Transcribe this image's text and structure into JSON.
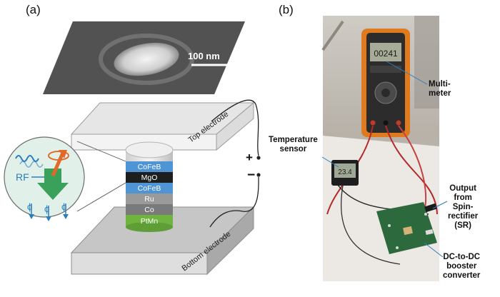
{
  "panel_a": {
    "label": "(a)",
    "sem": {
      "scale_bar": "100 nm"
    },
    "electrodes": {
      "top": "Top electrode",
      "bottom": "Bottom electrode"
    },
    "polarity": {
      "plus": "+",
      "minus": "−"
    },
    "layers": [
      "CoFeB",
      "MgO",
      "CoFeB",
      "Ru",
      "Co",
      "PtMn"
    ],
    "inset": {
      "rf": "RF",
      "phi": "ϕ"
    }
  },
  "panel_b": {
    "label": "(b)",
    "multimeter_display": "00241",
    "sensor_display": "23.4",
    "labels": {
      "multimeter": "Multi-\nmeter",
      "temperature": "Temperature\nsensor",
      "output": "Output\nfrom\nSpin-\nrectifier\n(SR)",
      "converter": "DC-to-DC\nbooster\nconverter"
    }
  },
  "colors": {
    "accent_blue": "#2a7fc1",
    "layer_cofeb": "#4f95d6",
    "layer_mgo": "#1e1e1e",
    "layer_ru": "#9a9a9a",
    "layer_co": "#7a7a7a",
    "layer_ptmn": "#6fb43f",
    "multimeter_orange": "#e07a1f",
    "pcb_green": "#2c6a3e"
  }
}
